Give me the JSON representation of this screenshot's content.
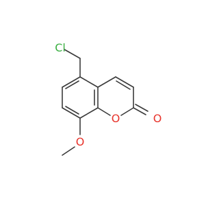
{
  "molecule": {
    "atoms": {
      "chlorine": {
        "label": "Cl",
        "color": "#3cb043"
      },
      "ring_oxygen": {
        "label": "O",
        "color": "#e8342c"
      },
      "carbonyl_oxygen": {
        "label": "O",
        "color": "#e8342c"
      },
      "methoxy_oxygen": {
        "label": "O",
        "color": "#e8342c"
      }
    },
    "bond_color": "#3a3a3a"
  }
}
